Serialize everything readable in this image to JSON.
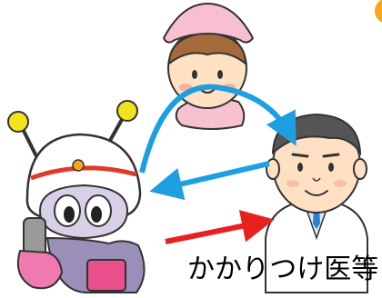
{
  "caption": "かかりつけ医等",
  "figures": {
    "nurse": "nurse-illustration",
    "doctor": "doctor-illustration",
    "mascot": "robot-mascot-on-phone"
  },
  "arrows": [
    {
      "from": "mascot",
      "to": "doctor",
      "via": "nurse",
      "color": "#1e9fe0"
    },
    {
      "from": "doctor",
      "to": "mascot",
      "color": "#1e9fe0"
    },
    {
      "from": "mascot",
      "to": "doctor",
      "color": "#e82020"
    }
  ],
  "colors": {
    "blue_arrow": "#1e9fe0",
    "red_arrow": "#e82020",
    "accent_circle": "#f4a81a"
  }
}
